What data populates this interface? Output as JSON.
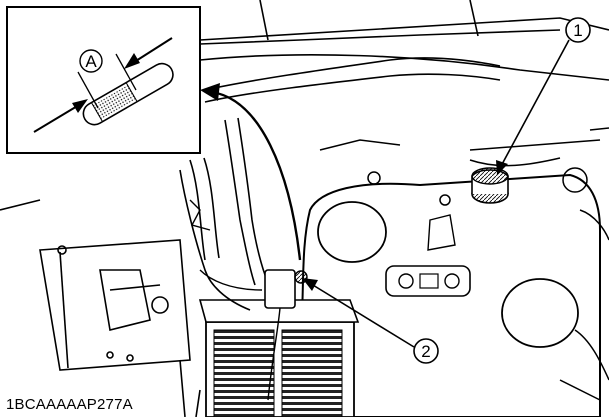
{
  "figure": {
    "code": "1BCAAAAAP277A",
    "inset_label": "A",
    "callouts": [
      "1",
      "2"
    ]
  }
}
